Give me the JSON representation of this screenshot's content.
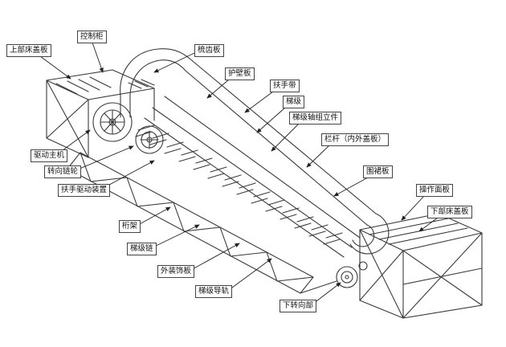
{
  "diagram": {
    "background": "#ffffff",
    "line_color": "#3a3a3a",
    "label_border_color": "#444444",
    "labels": [
      {
        "id": "upper-floor-cover",
        "text": "上部床盖板"
      },
      {
        "id": "control-cabinet",
        "text": "控制柜"
      },
      {
        "id": "comb-plate",
        "text": "梳齿板"
      },
      {
        "id": "interior-panel",
        "text": "护壁板"
      },
      {
        "id": "handrail-belt",
        "text": "扶手带"
      },
      {
        "id": "step",
        "text": "梯级"
      },
      {
        "id": "step-axle-assembly",
        "text": "梯级轴组立件"
      },
      {
        "id": "balustrade-covers",
        "text": "栏杆（内外盖板）"
      },
      {
        "id": "skirt-panel",
        "text": "围裙板"
      },
      {
        "id": "operation-panel",
        "text": "操作面板"
      },
      {
        "id": "lower-floor-cover",
        "text": "下部床盖板"
      },
      {
        "id": "drive-machine",
        "text": "驱动主机"
      },
      {
        "id": "turning-sprocket",
        "text": "转向链轮"
      },
      {
        "id": "handrail-drive",
        "text": "扶手驱动装置"
      },
      {
        "id": "truss",
        "text": "桁架"
      },
      {
        "id": "step-chain",
        "text": "梯级链"
      },
      {
        "id": "exterior-panel",
        "text": "外装饰板"
      },
      {
        "id": "step-guide-rail",
        "text": "梯级导轨"
      },
      {
        "id": "lower-turnaround",
        "text": "下转向部"
      }
    ]
  }
}
